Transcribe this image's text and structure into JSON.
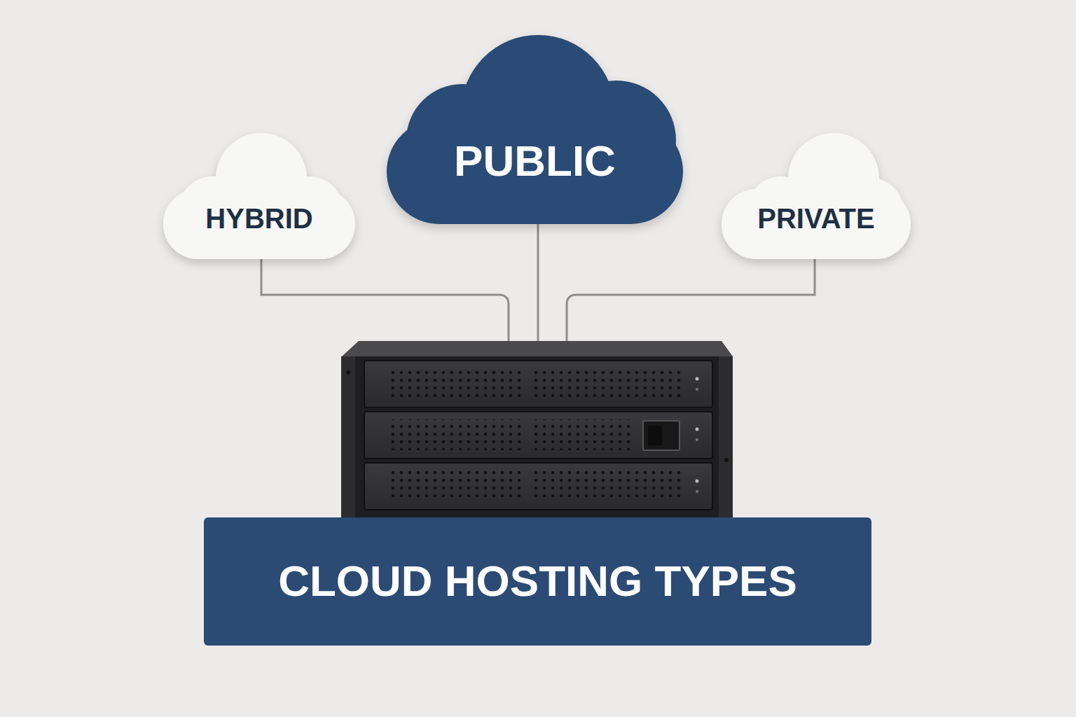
{
  "diagram": {
    "nodes": [
      {
        "text": [
          "PUBLIC"
        ]
      },
      {
        "text": [
          "HYBRID"
        ]
      },
      {
        "text": [
          "PRIVATE"
        ]
      },
      {
        "text": [
          "CLOUD HOSTING TYPES"
        ]
      }
    ]
  }
}
